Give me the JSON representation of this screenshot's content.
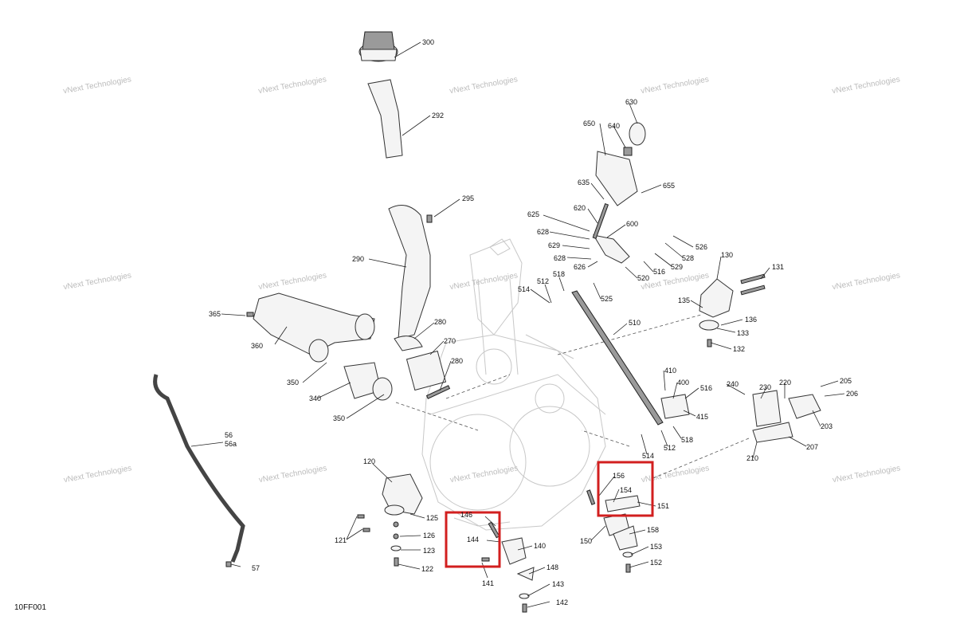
{
  "diagram": {
    "code": "10FF001",
    "watermark": "vNext Technologies",
    "highlight_color": "#d21f1f",
    "labels": [
      "300",
      "292",
      "290",
      "295",
      "280",
      "270",
      "280",
      "350",
      "340",
      "350",
      "360",
      "365",
      "56",
      "56a",
      "57",
      "120",
      "125",
      "126",
      "123",
      "122",
      "121",
      "146",
      "144",
      "140",
      "141",
      "148",
      "143",
      "142",
      "630",
      "640",
      "650",
      "655",
      "635",
      "620",
      "625",
      "628",
      "629",
      "628",
      "626",
      "600",
      "526",
      "528",
      "529",
      "516",
      "520",
      "514",
      "512",
      "518",
      "525",
      "510",
      "130",
      "131",
      "135",
      "136",
      "133",
      "132",
      "410",
      "400",
      "516",
      "415",
      "518",
      "512",
      "514",
      "240",
      "230",
      "220",
      "205",
      "206",
      "203",
      "207",
      "210",
      "156",
      "154",
      "151",
      "150",
      "158",
      "153",
      "152"
    ]
  }
}
